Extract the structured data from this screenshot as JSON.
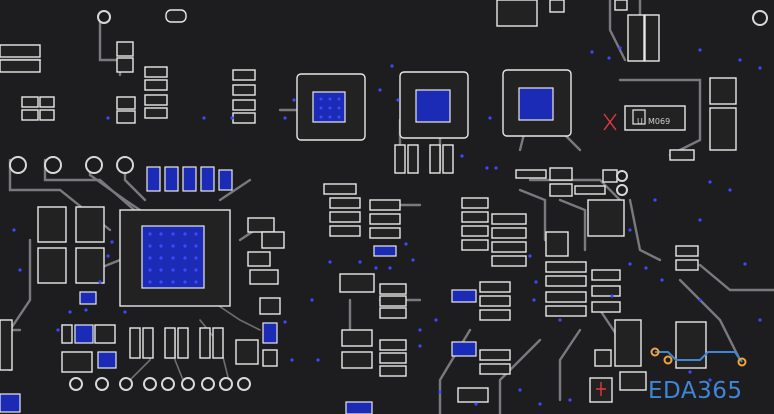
{
  "canvas": {
    "background": "#1d1d1f"
  },
  "component_label": {
    "text": "M069",
    "prefix": "U"
  },
  "watermark": {
    "text": "EDA365",
    "color": "#3f86d6",
    "accent": "#f0a43a"
  },
  "palette": {
    "pad_outline": "#e8e8e8",
    "trace": "#7a7a7e",
    "via_dot": "#3c49ff",
    "marker": "#e23a3a"
  }
}
